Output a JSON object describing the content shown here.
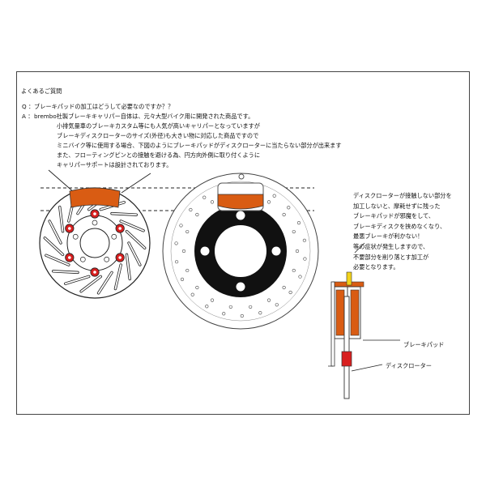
{
  "faq": {
    "heading": "よくあるご質問",
    "q_mark": "Q ：",
    "question": "ブレーキパッドの加工はどうして必要なのですか？？",
    "a_mark": "A ：",
    "answer_lines": [
      "brembo社製ブレーキキャリパー自体は、元々大型バイク用に開発された商品です。",
      "小排気量車のブレーキカスタム等にも人気が高いキャリパーとなっていますが",
      "ブレーキディスクローターのサイズ(外径)も大きい物に対応した商品ですので",
      "ミニバイク等に使用する場合、下図のようにブレーキパッドがディスクローターに当たらない部分が出来ます",
      "また、フローティングピンとの接触を避ける為、円方向外側に取り付くように",
      "キャリパーサポートは設計されております。"
    ]
  },
  "diagram_note": {
    "lines": [
      "ディスクローターが接触しない部分を",
      "加工しないと、摩耗せずに残った",
      "ブレーキパッドが邪魔をして、",
      "ブレーキディスクを挟めなくなり、",
      "最悪ブレーキが利かない！",
      "等の症状が発生しますので、",
      "不要部分を削り落とす加工が",
      "必要となります。"
    ]
  },
  "labels": {
    "brake_pad": "ブレーキパッド",
    "disc_rotor": "ディスクローター"
  },
  "colors": {
    "pad_orange": "#d95c13",
    "rotor_red": "#d81f1f",
    "hub_black": "#111111",
    "pin_yellow": "#f2d21a",
    "outline": "#333333"
  }
}
